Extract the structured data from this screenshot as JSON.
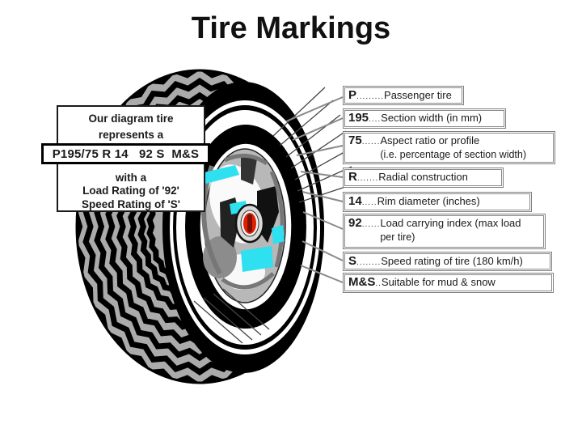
{
  "title": "Tire Markings",
  "info_box": {
    "intro": [
      "Our diagram tire",
      "represents a"
    ],
    "code": "P195/75 R 14   92 S  M&S",
    "outro": [
      "with a",
      "Load Rating of '92'",
      "Speed Rating of 'S'"
    ]
  },
  "labels": [
    {
      "code": "P",
      "dots": ".........",
      "desc": "Passenger tire",
      "desc2": ""
    },
    {
      "code": "195",
      "dots": "....",
      "desc": "Section width (in mm)",
      "desc2": ""
    },
    {
      "code": "75",
      "dots": "......",
      "desc": "Aspect ratio or profile",
      "desc2": "(i.e. percentage of section width)"
    },
    {
      "code": "R",
      "dots": ".......",
      "desc": "Radial construction",
      "desc2": ""
    },
    {
      "code": "14",
      "dots": ".....",
      "desc": "Rim diameter (inches)",
      "desc2": ""
    },
    {
      "code": "92",
      "dots": "......",
      "desc": "Load carrying index (max load",
      "desc2": "per tire)"
    },
    {
      "code": "S",
      "dots": "........",
      "desc": "Speed rating of tire (180 km/h)",
      "desc2": ""
    },
    {
      "code": "M&S",
      "dots": "..",
      "desc": "Suitable for mud & snow",
      "desc2": ""
    }
  ],
  "colors": {
    "accent_cyan": "#2EE0F0",
    "center_red": "#E02000",
    "center_red_dark": "#7A1000",
    "tread_gray": "#ABABAB",
    "hub_gray": "#B8B8B8",
    "box_border": "#7F7F7F",
    "leader_line": "#8A8A8A"
  }
}
